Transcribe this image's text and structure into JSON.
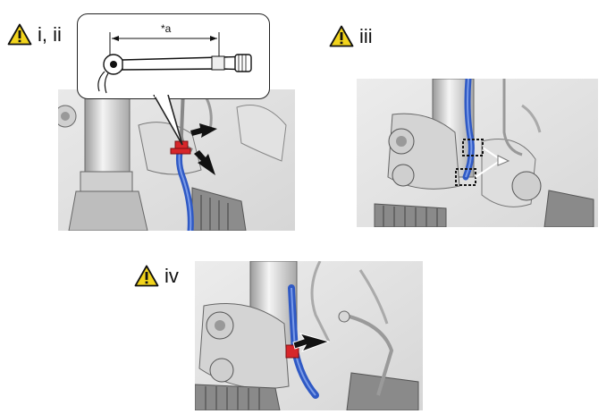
{
  "labels": {
    "step1": "i, ii",
    "step2": "iii",
    "step3": "iv"
  },
  "callout": {
    "dimension_text": "*a"
  },
  "icons": {
    "warning": "warning-triangle-icon",
    "arrow": "black-pointer-arrow-icon"
  },
  "colors": {
    "hose": "#2f59c4",
    "clip": "#d7262a",
    "warning_fill": "#f2d41c"
  }
}
